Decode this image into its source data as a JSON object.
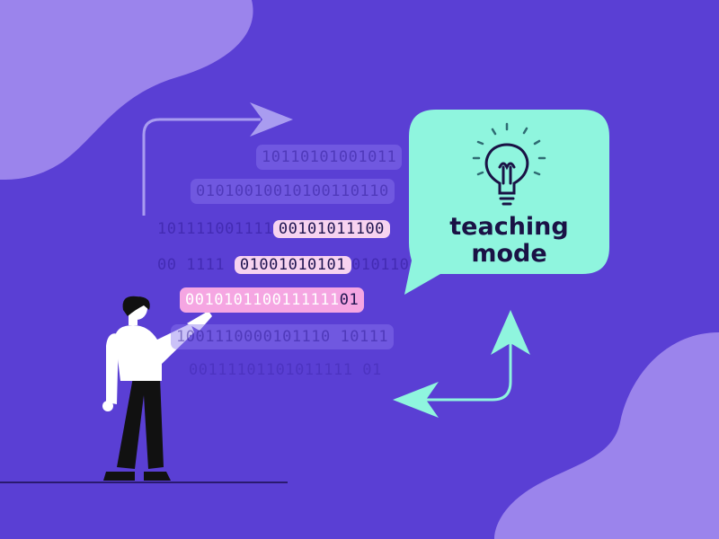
{
  "colors": {
    "background": "#5a3fd4",
    "blob": "#9b84ec",
    "bubble": "#8ff5de",
    "highlight": "#f7d3f0",
    "hot": "#f5a6e2",
    "teal_arrow": "#8ff5de"
  },
  "bubble": {
    "icon": "lightbulb-icon",
    "line1": "teaching",
    "line2": "mode"
  },
  "binary_rows": [
    {
      "faint": "10110101001011"
    },
    {
      "faint": "01010010010100110110"
    },
    {
      "faint": "101111001111",
      "highlight": "00101011100"
    },
    {
      "faint": "00 1111",
      "highlight": "01001010101",
      "faint_after": "010110"
    },
    {
      "highlight_light": "0010101100111111",
      "highlight_dark": "01"
    },
    {
      "faint": "1001110000101110 10111"
    },
    {
      "faint": "00111101101011111 01"
    }
  ]
}
